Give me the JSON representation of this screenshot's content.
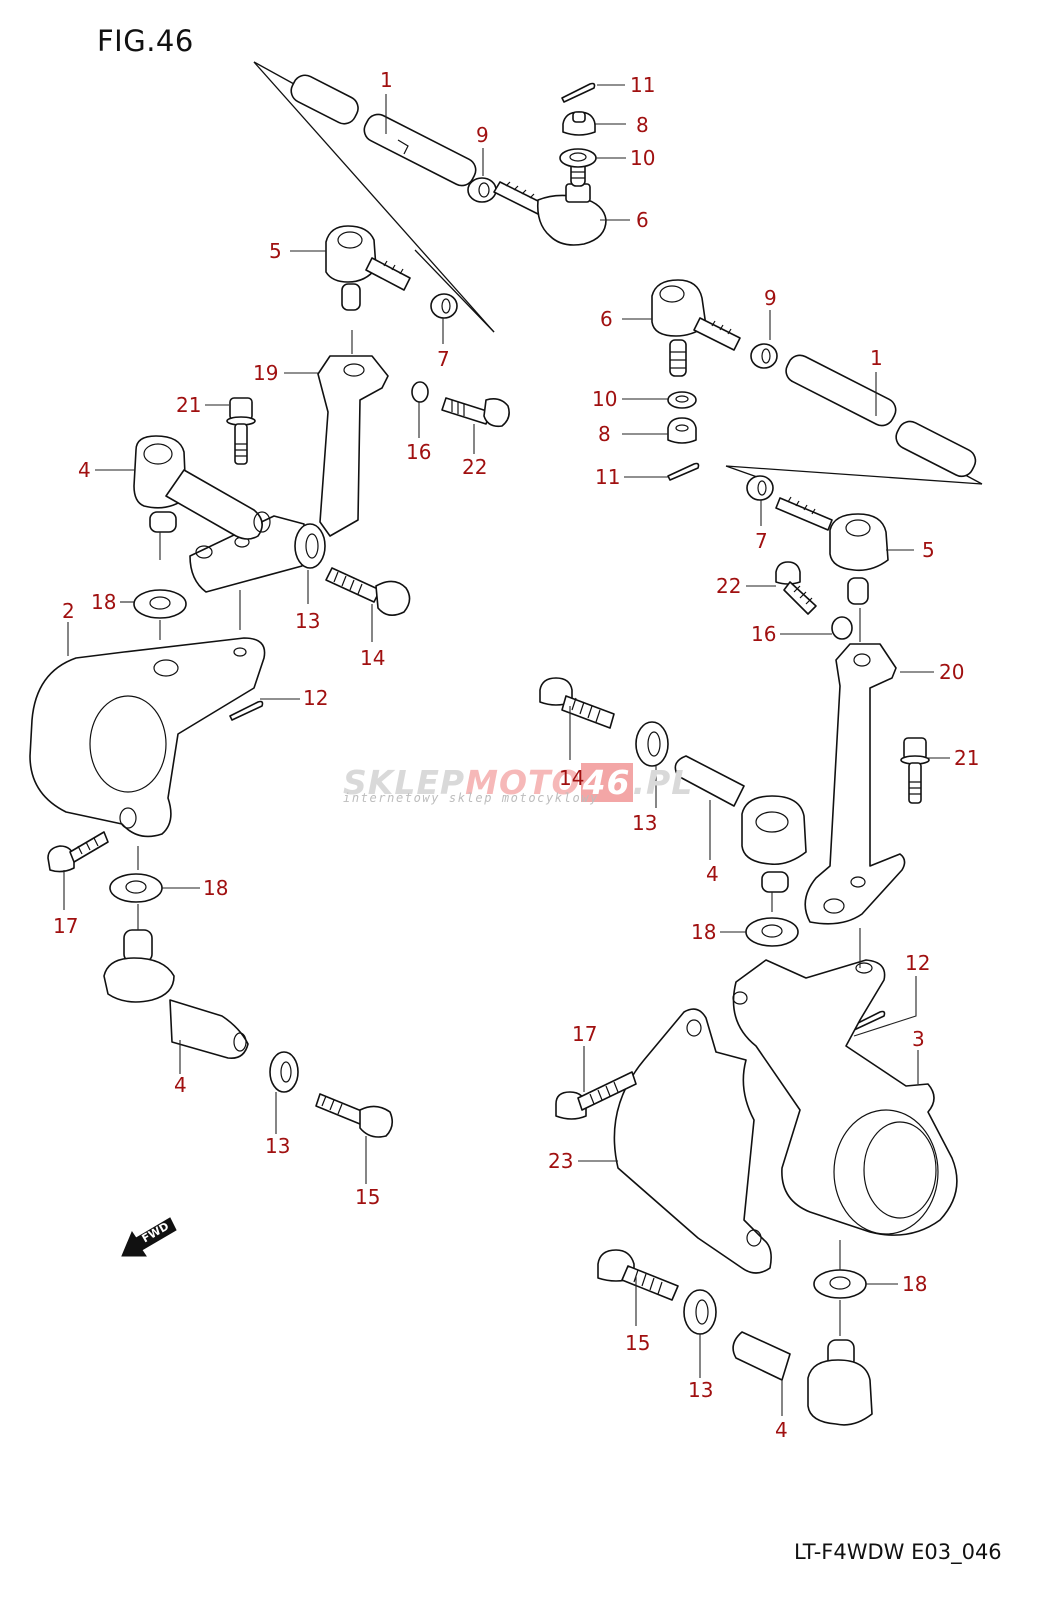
{
  "figure": {
    "title": "FIG.46",
    "model_code": "LT-F4WDW E03_046"
  },
  "watermark": {
    "brand_a": "SKLEP",
    "brand_b": "MOTO",
    "brand_num": "46",
    "brand_tld": ".PL",
    "tagline": "internetowy sklep motocyklowy"
  },
  "fwd_badge": {
    "label": "FWD",
    "icon": "forward-arrow-icon"
  },
  "colors": {
    "callout": "#a01010",
    "line": "#111111",
    "watermark_accent": "#f3a6a6"
  },
  "callouts": [
    {
      "id": "c1a",
      "ref": "1"
    },
    {
      "id": "c11a",
      "ref": "11"
    },
    {
      "id": "c8a",
      "ref": "8"
    },
    {
      "id": "c10a",
      "ref": "10"
    },
    {
      "id": "c9a",
      "ref": "9"
    },
    {
      "id": "c6a",
      "ref": "6"
    },
    {
      "id": "c5a",
      "ref": "5"
    },
    {
      "id": "c7a",
      "ref": "7"
    },
    {
      "id": "c19",
      "ref": "19"
    },
    {
      "id": "c21a",
      "ref": "21"
    },
    {
      "id": "c16a",
      "ref": "16"
    },
    {
      "id": "c22a",
      "ref": "22"
    },
    {
      "id": "c4a",
      "ref": "4"
    },
    {
      "id": "c18a",
      "ref": "18"
    },
    {
      "id": "c13a",
      "ref": "13"
    },
    {
      "id": "c14a",
      "ref": "14"
    },
    {
      "id": "c2",
      "ref": "2"
    },
    {
      "id": "c12a",
      "ref": "12"
    },
    {
      "id": "c17a",
      "ref": "17"
    },
    {
      "id": "c18b",
      "ref": "18"
    },
    {
      "id": "c4b",
      "ref": "4"
    },
    {
      "id": "c13b",
      "ref": "13"
    },
    {
      "id": "c15a",
      "ref": "15"
    },
    {
      "id": "c6b",
      "ref": "6"
    },
    {
      "id": "c9b",
      "ref": "9"
    },
    {
      "id": "c1b",
      "ref": "1"
    },
    {
      "id": "c10b",
      "ref": "10"
    },
    {
      "id": "c8b",
      "ref": "8"
    },
    {
      "id": "c11b",
      "ref": "11"
    },
    {
      "id": "c7b",
      "ref": "7"
    },
    {
      "id": "c5b",
      "ref": "5"
    },
    {
      "id": "c22b",
      "ref": "22"
    },
    {
      "id": "c16b",
      "ref": "16"
    },
    {
      "id": "c20",
      "ref": "20"
    },
    {
      "id": "c14b",
      "ref": "14"
    },
    {
      "id": "c21b",
      "ref": "21"
    },
    {
      "id": "c13c",
      "ref": "13"
    },
    {
      "id": "c4c",
      "ref": "4"
    },
    {
      "id": "c18c",
      "ref": "18"
    },
    {
      "id": "c12b",
      "ref": "12"
    },
    {
      "id": "c3",
      "ref": "3"
    },
    {
      "id": "c17b",
      "ref": "17"
    },
    {
      "id": "c23",
      "ref": "23"
    },
    {
      "id": "c18d",
      "ref": "18"
    },
    {
      "id": "c15b",
      "ref": "15"
    },
    {
      "id": "c13d",
      "ref": "13"
    },
    {
      "id": "c4d",
      "ref": "4"
    }
  ]
}
